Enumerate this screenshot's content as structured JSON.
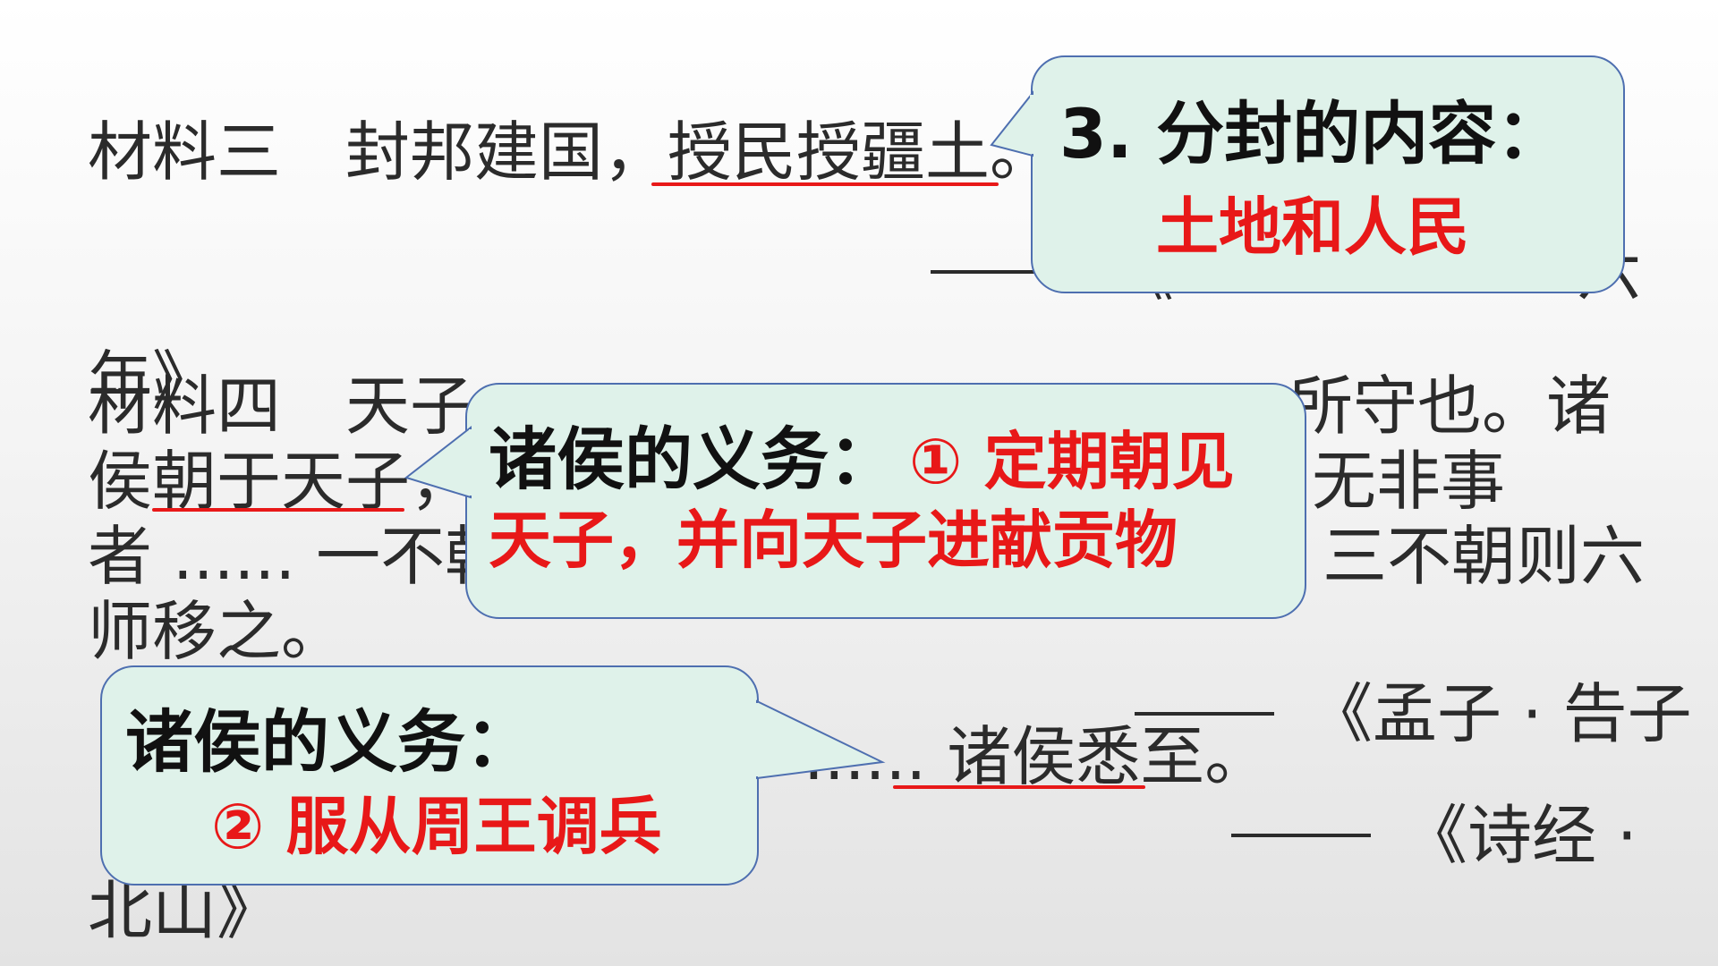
{
  "text": {
    "m3_line1_a": "材料三　封邦建国，",
    "m3_line1_b": "授民授疆土",
    "m3_line1_c": "。",
    "m3_source_a": "《",
    "m3_source_b": "六",
    "m3_source_c": "年》",
    "m4_line1_a": "材料四　天子",
    "m4_line1_b": "所守也。诸",
    "m4_line2_a": "侯",
    "m4_line2_b": "朝于天子",
    "m4_line2_c": "，",
    "m4_line2_d": "无非事",
    "m4_line3_a": "者 ...... 一不朝",
    "m4_line3_b": "三不朝则六",
    "m4_line4": "师移之。",
    "m4_source": "《孟子 · 告子",
    "m5_line1_a": "......",
    "m5_line1_b": "诸侯悉至",
    "m5_line1_c": "。",
    "m5_source": "《诗经 ·",
    "m5_source_end": "北山》"
  },
  "callout1": {
    "title": "3. 分封的内容：",
    "answer": "土地和人民"
  },
  "callout2": {
    "title": "诸侯的义务：",
    "answer_num": "①",
    "answer_line1": "定期朝见",
    "answer_line2": "天子，并向天子进献贡物"
  },
  "callout3": {
    "title": "诸侯的义务：",
    "answer": "② 服从周王调兵"
  },
  "colors": {
    "text": "#2b2b2b",
    "accent_red": "#e81818",
    "callout_fill": "#dff2ea",
    "callout_border": "#4e6fb0"
  }
}
